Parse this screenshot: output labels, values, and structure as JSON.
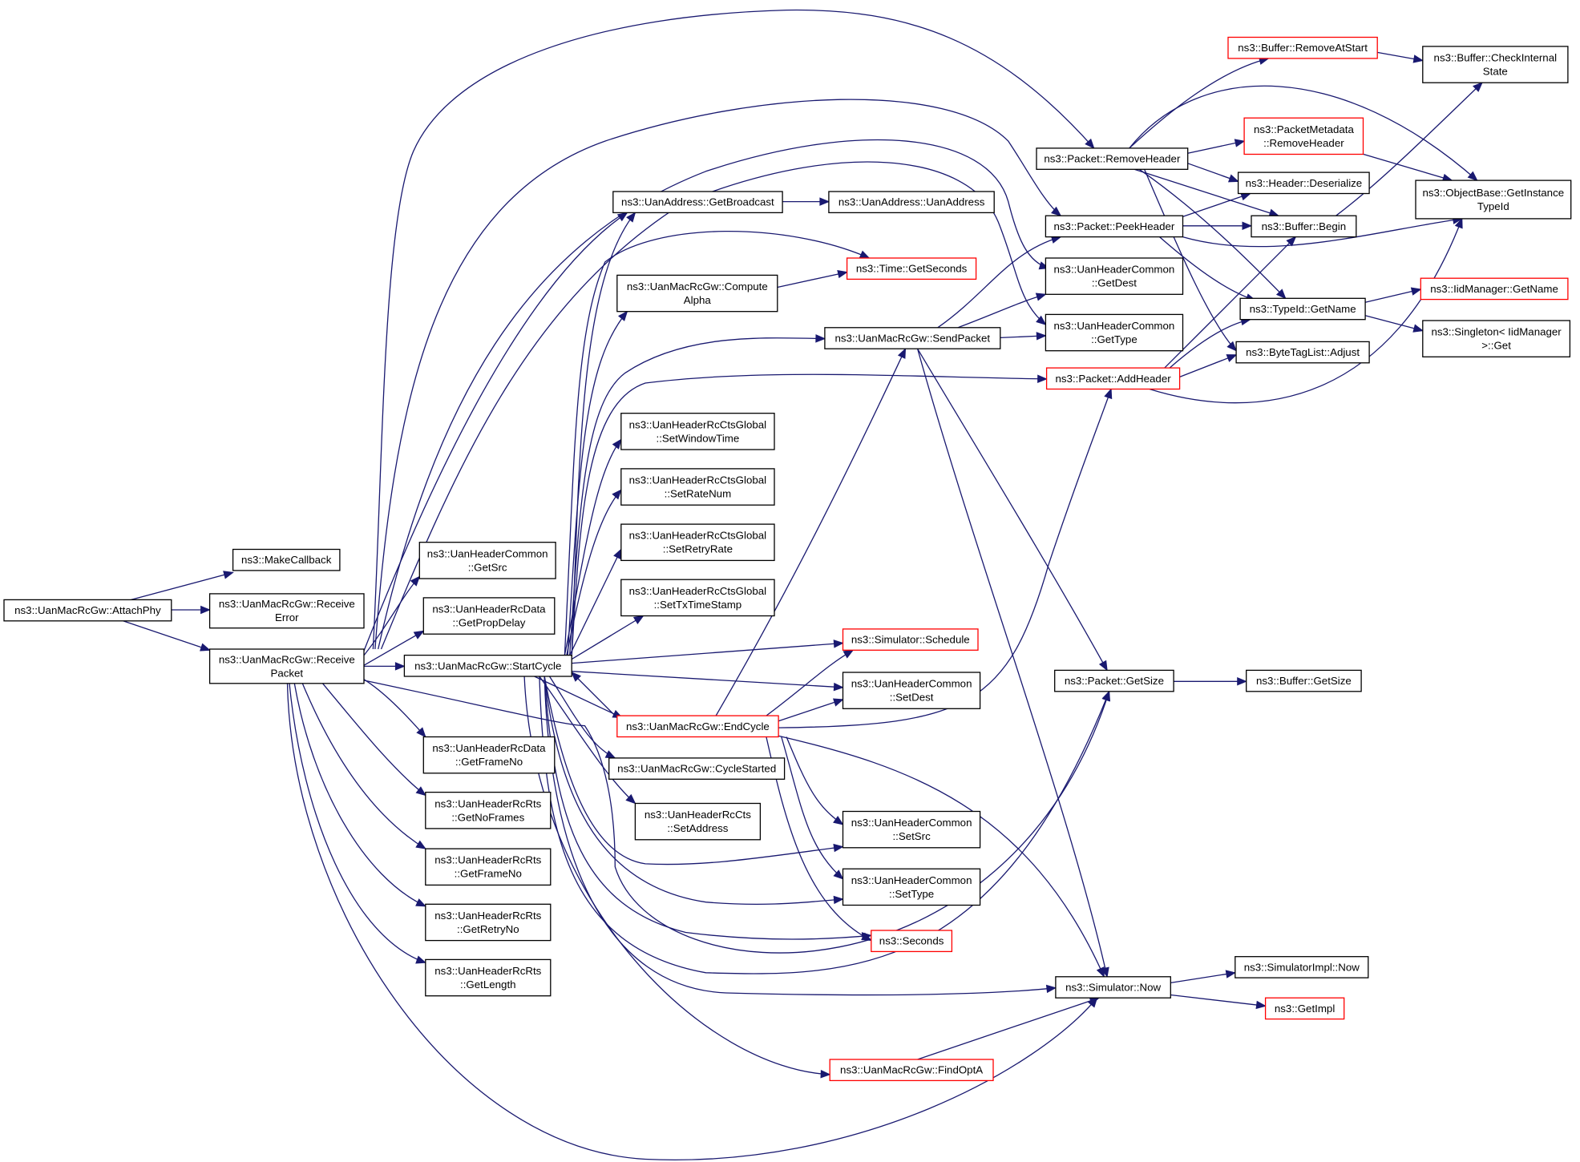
{
  "colors": {
    "edge": "#191970",
    "node_border": "#000000",
    "node_border_red": "#ff0000",
    "root_fill": "#bfbfbf",
    "node_fill": "#ffffff"
  },
  "nodes": {
    "attachphy": {
      "lines": [
        "ns3::UanMacRcGw::AttachPhy"
      ],
      "style": "root"
    },
    "makecallback": {
      "lines": [
        "ns3::MakeCallback"
      ],
      "style": "black"
    },
    "receiveerror": {
      "lines": [
        "ns3::UanMacRcGw::Receive",
        "Error"
      ],
      "style": "black"
    },
    "receivepacket": {
      "lines": [
        "ns3::UanMacRcGw::Receive",
        "Packet"
      ],
      "style": "black"
    },
    "hc_getsrc": {
      "lines": [
        "ns3::UanHeaderCommon",
        "::GetSrc"
      ],
      "style": "black"
    },
    "rcdata_getpropdelay": {
      "lines": [
        "ns3::UanHeaderRcData",
        "::GetPropDelay"
      ],
      "style": "black"
    },
    "startcycle": {
      "lines": [
        "ns3::UanMacRcGw::StartCycle"
      ],
      "style": "black"
    },
    "rcdata_getframeno": {
      "lines": [
        "ns3::UanHeaderRcData",
        "::GetFrameNo"
      ],
      "style": "black"
    },
    "rcrts_getnoframes": {
      "lines": [
        "ns3::UanHeaderRcRts",
        "::GetNoFrames"
      ],
      "style": "black"
    },
    "rcrts_getframeno": {
      "lines": [
        "ns3::UanHeaderRcRts",
        "::GetFrameNo"
      ],
      "style": "black"
    },
    "rcrts_getretryno": {
      "lines": [
        "ns3::UanHeaderRcRts",
        "::GetRetryNo"
      ],
      "style": "black"
    },
    "rcrts_getlength": {
      "lines": [
        "ns3::UanHeaderRcRts",
        "::GetLength"
      ],
      "style": "black"
    },
    "getbroadcast": {
      "lines": [
        "ns3::UanAddress::GetBroadcast"
      ],
      "style": "black"
    },
    "uanaddress": {
      "lines": [
        "ns3::UanAddress::UanAddress"
      ],
      "style": "black"
    },
    "computealpha": {
      "lines": [
        "ns3::UanMacRcGw::Compute",
        "Alpha"
      ],
      "style": "black"
    },
    "time_getseconds": {
      "lines": [
        "ns3::Time::GetSeconds"
      ],
      "style": "red"
    },
    "sendpacket": {
      "lines": [
        "ns3::UanMacRcGw::SendPacket"
      ],
      "style": "black"
    },
    "setwindowtime": {
      "lines": [
        "ns3::UanHeaderRcCtsGlobal",
        "::SetWindowTime"
      ],
      "style": "black"
    },
    "setratenum": {
      "lines": [
        "ns3::UanHeaderRcCtsGlobal",
        "::SetRateNum"
      ],
      "style": "black"
    },
    "setretryrate": {
      "lines": [
        "ns3::UanHeaderRcCtsGlobal",
        "::SetRetryRate"
      ],
      "style": "black"
    },
    "settxtimestamp": {
      "lines": [
        "ns3::UanHeaderRcCtsGlobal",
        "::SetTxTimeStamp"
      ],
      "style": "black"
    },
    "schedule": {
      "lines": [
        "ns3::Simulator::Schedule"
      ],
      "style": "red"
    },
    "endcycle": {
      "lines": [
        "ns3::UanMacRcGw::EndCycle"
      ],
      "style": "red"
    },
    "cyclestarted": {
      "lines": [
        "ns3::UanMacRcGw::CycleStarted"
      ],
      "style": "black"
    },
    "rccts_setaddress": {
      "lines": [
        "ns3::UanHeaderRcCts",
        "::SetAddress"
      ],
      "style": "black"
    },
    "hc_setdest": {
      "lines": [
        "ns3::UanHeaderCommon",
        "::SetDest"
      ],
      "style": "black"
    },
    "hc_setsrc": {
      "lines": [
        "ns3::UanHeaderCommon",
        "::SetSrc"
      ],
      "style": "black"
    },
    "hc_settype": {
      "lines": [
        "ns3::UanHeaderCommon",
        "::SetType"
      ],
      "style": "black"
    },
    "seconds": {
      "lines": [
        "ns3::Seconds"
      ],
      "style": "red"
    },
    "findopta": {
      "lines": [
        "ns3::UanMacRcGw::FindOptA"
      ],
      "style": "red"
    },
    "removeheader": {
      "lines": [
        "ns3::Packet::RemoveHeader"
      ],
      "style": "black"
    },
    "peekheader": {
      "lines": [
        "ns3::Packet::PeekHeader"
      ],
      "style": "black"
    },
    "hc_getdest": {
      "lines": [
        "ns3::UanHeaderCommon",
        "::GetDest"
      ],
      "style": "black"
    },
    "hc_gettype": {
      "lines": [
        "ns3::UanHeaderCommon",
        "::GetType"
      ],
      "style": "black"
    },
    "addheader": {
      "lines": [
        "ns3::Packet::AddHeader"
      ],
      "style": "red"
    },
    "packet_getsize": {
      "lines": [
        "ns3::Packet::GetSize"
      ],
      "style": "black"
    },
    "sim_now": {
      "lines": [
        "ns3::Simulator::Now"
      ],
      "style": "black"
    },
    "removeatstart": {
      "lines": [
        "ns3::Buffer::RemoveAtStart"
      ],
      "style": "red"
    },
    "pm_removeheader": {
      "lines": [
        "ns3::PacketMetadata",
        "::RemoveHeader"
      ],
      "style": "red"
    },
    "deserialize": {
      "lines": [
        "ns3::Header::Deserialize"
      ],
      "style": "black"
    },
    "buffer_begin": {
      "lines": [
        "ns3::Buffer::Begin"
      ],
      "style": "black"
    },
    "typeid_getname": {
      "lines": [
        "ns3::TypeId::GetName"
      ],
      "style": "black"
    },
    "bytetaglist_adjust": {
      "lines": [
        "ns3::ByteTagList::Adjust"
      ],
      "style": "black"
    },
    "buffer_getsize": {
      "lines": [
        "ns3::Buffer::GetSize"
      ],
      "style": "black"
    },
    "simimpl_now": {
      "lines": [
        "ns3::SimulatorImpl::Now"
      ],
      "style": "black"
    },
    "getimpl": {
      "lines": [
        "ns3::GetImpl"
      ],
      "style": "red"
    },
    "checkinternalstate": {
      "lines": [
        "ns3::Buffer::CheckInternal",
        "State"
      ],
      "style": "black"
    },
    "getinstancetypeid": {
      "lines": [
        "ns3::ObjectBase::GetInstance",
        "TypeId"
      ],
      "style": "black"
    },
    "iidmanager_getname": {
      "lines": [
        "ns3::IidManager::GetName"
      ],
      "style": "red"
    },
    "singleton_get": {
      "lines": [
        "ns3::Singleton< IidManager",
        ">::Get"
      ],
      "style": "black"
    }
  }
}
